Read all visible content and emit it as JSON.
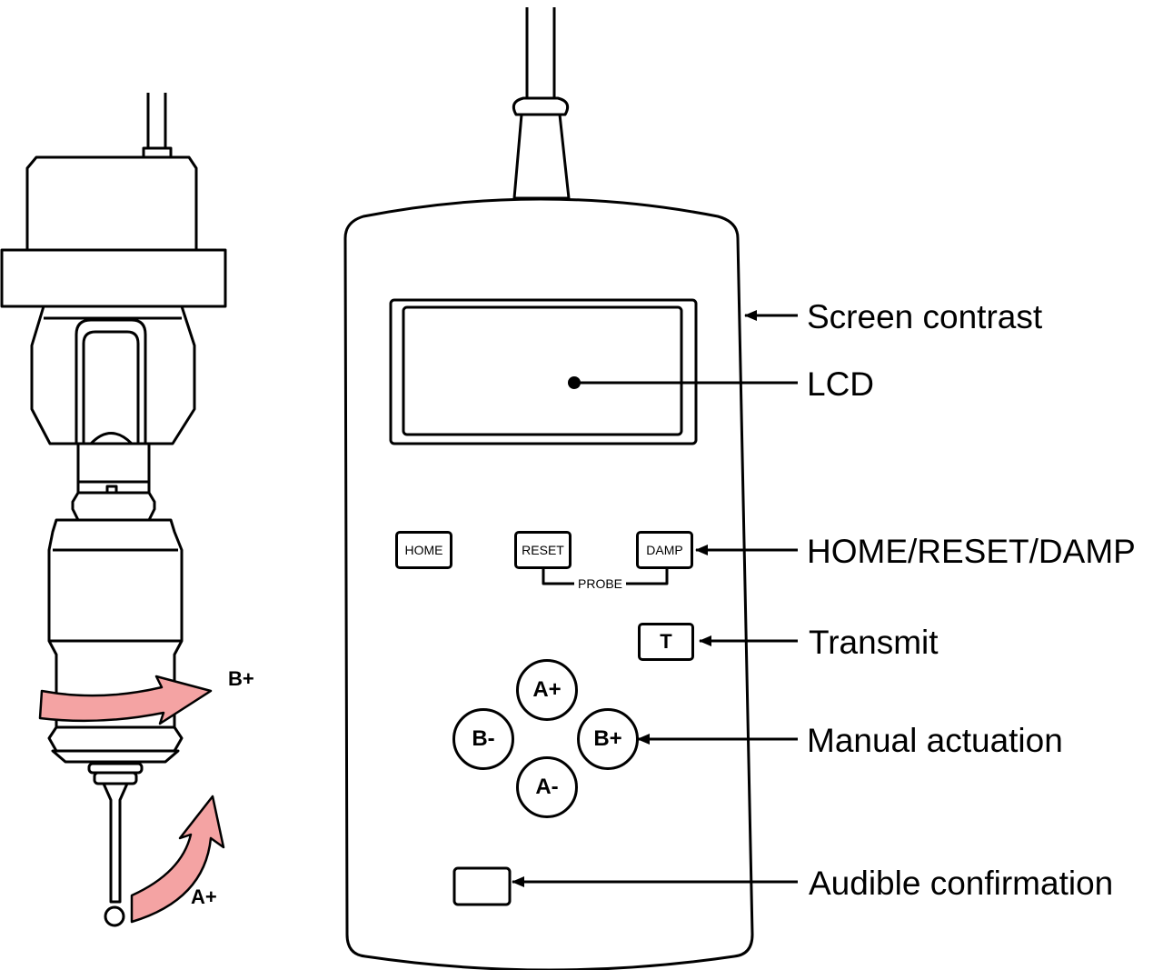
{
  "callouts": {
    "screen_contrast": "Screen contrast",
    "lcd": "LCD",
    "home_reset_damp": "HOME/RESET/DAMP",
    "transmit": "Transmit",
    "manual_actuation": "Manual actuation",
    "audible_confirmation": "Audible confirmation"
  },
  "keys": {
    "home": "HOME",
    "reset": "RESET",
    "damp": "DAMP",
    "probe_group": "PROBE",
    "transmit": "T",
    "a_plus": "A+",
    "a_minus": "A-",
    "b_plus": "B+",
    "b_minus": "B-"
  },
  "probe": {
    "b_axis": "B+",
    "a_axis": "A+",
    "arrow_color": "#f4a3a3"
  }
}
